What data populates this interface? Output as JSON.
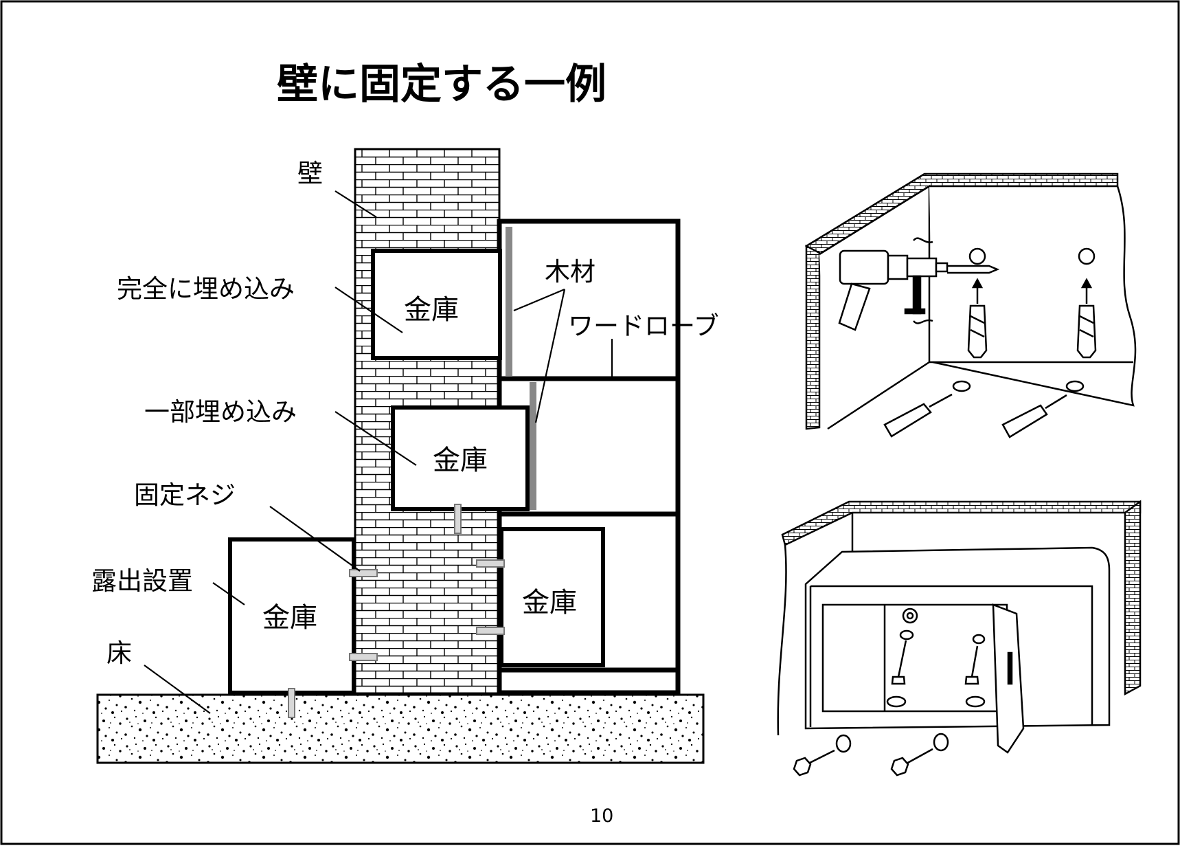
{
  "title": "壁に固定する一例",
  "page_number": "10",
  "diagram": {
    "labels": {
      "wall": "壁",
      "full_embed": "完全に埋め込み",
      "partial_embed": "一部埋め込み",
      "fixing_screw": "固定ネジ",
      "exposed": "露出設置",
      "floor": "床",
      "timber": "木材",
      "wardrobe": "ワードローブ"
    },
    "safe_label": "金庫"
  }
}
